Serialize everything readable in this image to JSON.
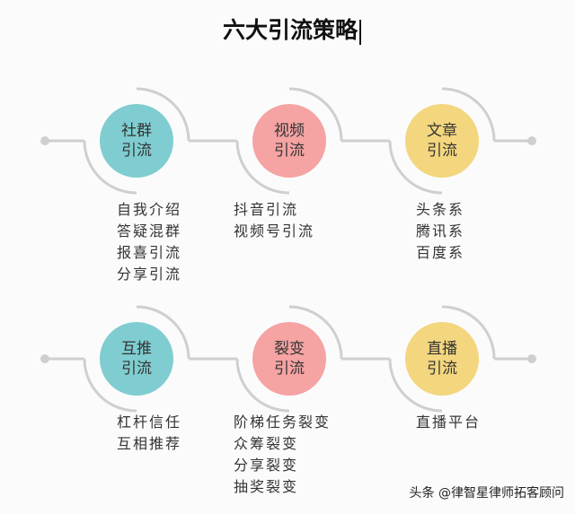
{
  "title": "六大引流策略",
  "colors": {
    "teal": "#7fcdd0",
    "pink": "#f5a3a3",
    "yellow": "#f3d67e",
    "line": "#cfcfd2"
  },
  "rows": [
    {
      "nodes": [
        {
          "label": "社群\n引流",
          "color": "teal",
          "items": [
            "自我介绍",
            "答疑混群",
            "报喜引流",
            "分享引流"
          ]
        },
        {
          "label": "视频\n引流",
          "color": "pink",
          "items": [
            "抖音引流",
            "视频号引流"
          ]
        },
        {
          "label": "文章\n引流",
          "color": "yellow",
          "items": [
            "头条系",
            "腾讯系",
            "百度系"
          ]
        }
      ]
    },
    {
      "nodes": [
        {
          "label": "互推\n引流",
          "color": "teal",
          "items": [
            "杠杆信任",
            "互相推荐"
          ]
        },
        {
          "label": "裂变\n引流",
          "color": "pink",
          "items": [
            "阶梯任务裂变",
            "众筹裂变",
            "分享裂变",
            "抽奖裂变"
          ]
        },
        {
          "label": "直播\n引流",
          "color": "yellow",
          "items": [
            "直播平台"
          ]
        }
      ]
    }
  ],
  "watermark": "头条 @律智星律师拓客顾问"
}
